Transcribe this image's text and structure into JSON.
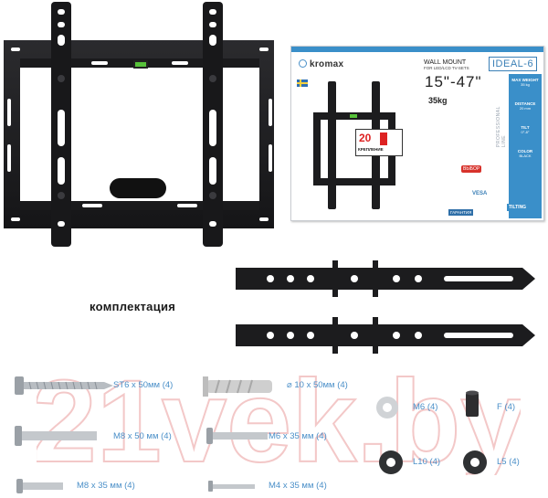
{
  "box": {
    "brand": "kromax",
    "mount_title": "WALL MOUNT",
    "mount_subtitle": "FOR LED/LCD TV-SETS",
    "model": "IDEAL-6",
    "size_range": "15\"-47\"",
    "weight_short": "35kg",
    "sticker_number": "20",
    "sticker_text": "КРЕПЛЕНИЕ",
    "badge": "ВЫБОР",
    "spec_max_weight_label": "MAX WEIGHT",
    "spec_max_weight_value": "35 kg",
    "spec_distance_label": "DISTANCE",
    "spec_distance_value": "20 mm",
    "spec_tilt_label": "TILT",
    "spec_tilt_value": "0°-8°",
    "spec_color_label": "COLOR",
    "spec_color_value": "BLACK",
    "side_text": "PROFESSIONAL LINE",
    "vesa": "VESA",
    "guarantee": "ГАРАНТИЯ",
    "tilting": "TILTING"
  },
  "kit_title": "комплектация",
  "parts": [
    {
      "label": "ST6 x 50мм (4)"
    },
    {
      "label": "⌀ 10 x 50мм (4)"
    },
    {
      "label": "M6 (4)"
    },
    {
      "label": "F (4)"
    },
    {
      "label": "M8 x 50 мм (4)"
    },
    {
      "label": "M6 x 35 мм (4)"
    },
    {
      "label": "L10 (4)"
    },
    {
      "label": "L5 (4)"
    },
    {
      "label": "M8 x 35 мм (4)"
    },
    {
      "label": "M4 x 35 мм (4)"
    }
  ],
  "watermark": "21vek.by",
  "colors": {
    "steel": "#1c1c1e",
    "label_blue": "#4a8fc8",
    "box_blue": "#3a8fc9",
    "watermark_red": "#f3c8c8"
  }
}
